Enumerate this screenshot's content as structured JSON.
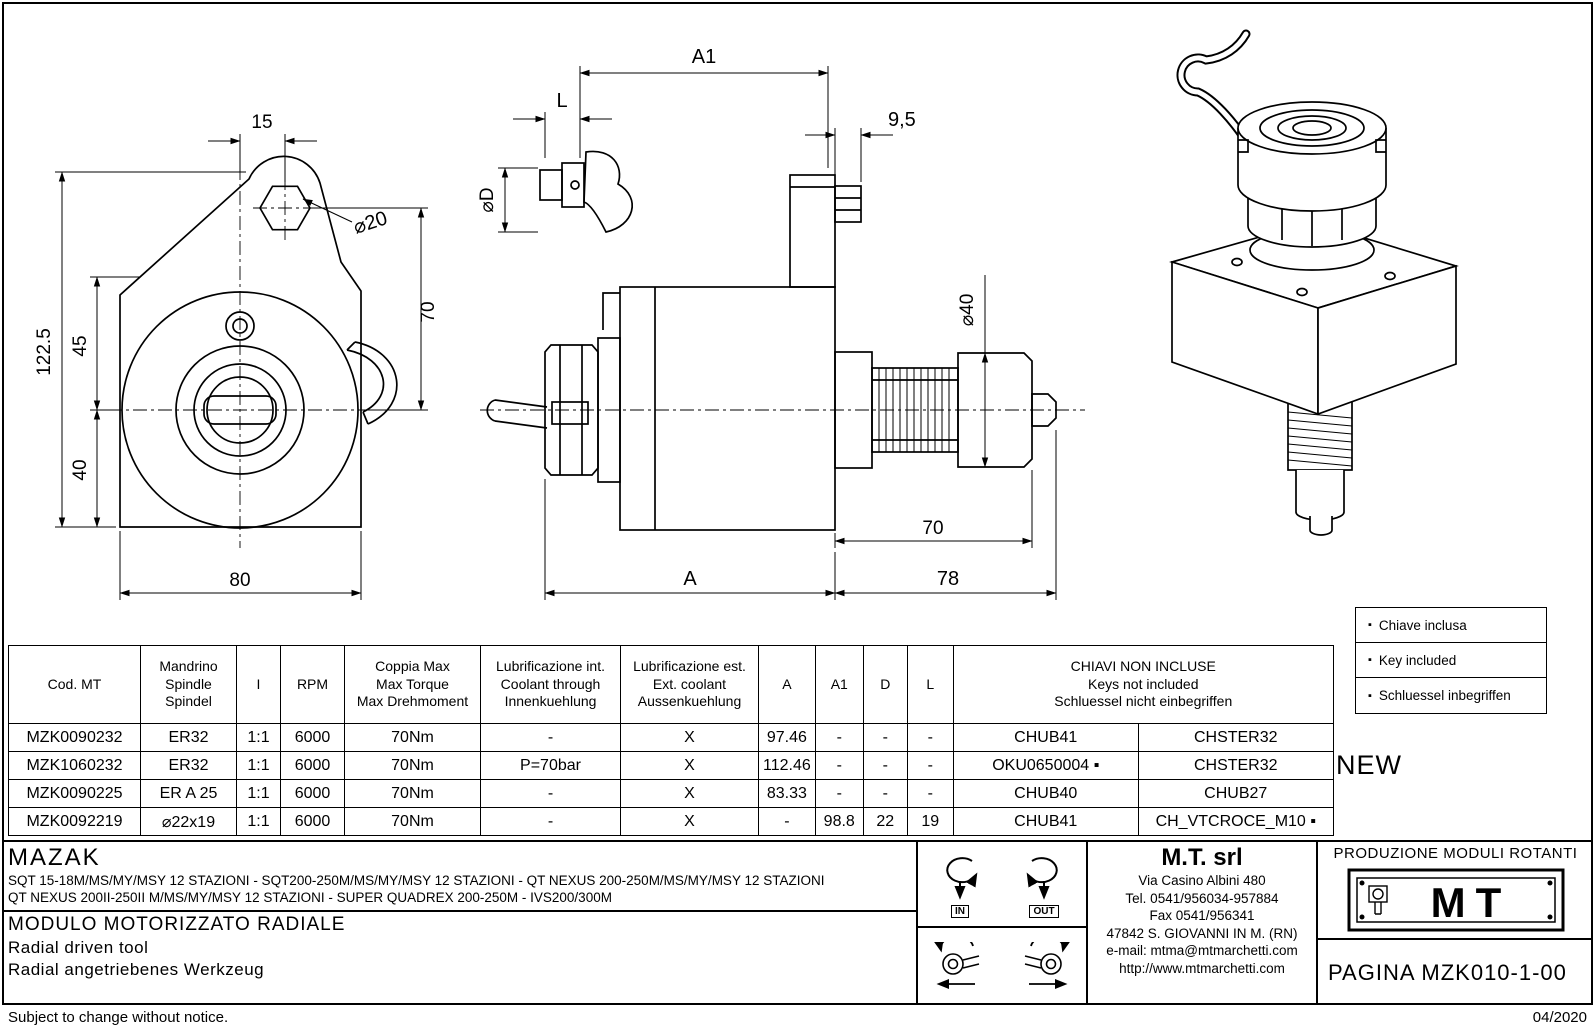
{
  "dims": {
    "front": {
      "w15": "15",
      "dia20": "⌀20",
      "h122_5": "122.5",
      "h45": "45",
      "h40": "40",
      "h70": "70",
      "w80": "80"
    },
    "side": {
      "a1": "A1",
      "l": "L",
      "diaD": "⌀D",
      "w9_5": "9,5",
      "dia40": "⌀40",
      "w70": "70",
      "a": "A",
      "w78": "78"
    }
  },
  "legend": {
    "marker": "▪",
    "items": [
      {
        "label": "Chiave inclusa"
      },
      {
        "label": "Key included"
      },
      {
        "label": "Schluessel inbegriffen"
      }
    ]
  },
  "new_label": "NEW",
  "table": {
    "headers": {
      "cod": "Cod. MT",
      "spindle": "Mandrino\nSpindle\nSpindel",
      "ratio": "I",
      "rpm": "RPM",
      "torque": "Coppia Max\nMax Torque\nMax Drehmoment",
      "coolant_int": "Lubrificazione int.\nCoolant through\nInnenkuehlung",
      "coolant_ext": "Lubrificazione est.\nExt. coolant\nAussenkuehlung",
      "a": "A",
      "a1": "A1",
      "d": "D",
      "l": "L",
      "keys": "CHIAVI NON INCLUSE\nKeys not included\nSchluessel nicht einbegriffen"
    },
    "rows": [
      {
        "cod": "MZK0090232",
        "spindle": "ER32",
        "ratio": "1:1",
        "rpm": "6000",
        "torque": "70Nm",
        "ci": "-",
        "ce": "X",
        "a": "97.46",
        "a1": "-",
        "d": "-",
        "l": "-",
        "key1": "CHUB41",
        "key2": "CHSTER32"
      },
      {
        "cod": "MZK1060232",
        "spindle": "ER32",
        "ratio": "1:1",
        "rpm": "6000",
        "torque": "70Nm",
        "ci": "P=70bar",
        "ce": "X",
        "a": "112.46",
        "a1": "-",
        "d": "-",
        "l": "-",
        "key1": "OKU0650004 ▪",
        "key2": "CHSTER32"
      },
      {
        "cod": "MZK0090225",
        "spindle": "ER A 25",
        "ratio": "1:1",
        "rpm": "6000",
        "torque": "70Nm",
        "ci": "-",
        "ce": "X",
        "a": "83.33",
        "a1": "-",
        "d": "-",
        "l": "-",
        "key1": "CHUB40",
        "key2": "CHUB27"
      },
      {
        "cod": "MZK0092219",
        "spindle": "⌀22x19",
        "ratio": "1:1",
        "rpm": "6000",
        "torque": "70Nm",
        "ci": "-",
        "ce": "X",
        "a": "-",
        "a1": "98.8",
        "d": "22",
        "l": "19",
        "key1": "CHUB41",
        "key2": "CH_VTCROCE_M10 ▪"
      }
    ]
  },
  "footer": {
    "brand": "MAZAK",
    "machines_line1": "SQT 15-18M/MS/MY/MSY 12 STAZIONI - SQT200-250M/MS/MY/MSY 12 STAZIONI - QT NEXUS 200-250M/MS/MY/MSY 12 STAZIONI",
    "machines_line2": "QT NEXUS 200II-250II M/MS/MY/MSY 12 STAZIONI - SUPER QUADREX 200-250M - IVS200/300M",
    "module_title_it": "MODULO MOTORIZZATO RADIALE",
    "module_title_en": "Radial driven tool",
    "module_title_de": "Radial angetriebenes Werkzeug",
    "rotation": {
      "in_label": "IN",
      "out_label": "OUT"
    },
    "company": {
      "name": "M.T. srl",
      "address": "Via Casino Albini 480",
      "tel": "Tel. 0541/956034-957884",
      "fax": "Fax 0541/956341",
      "city": "47842 S. GIOVANNI IN M. (RN)",
      "email": "e-mail: mtma@mtmarchetti.com",
      "web": "http://www.mtmarchetti.com"
    },
    "production": "PRODUZIONE MODULI ROTANTI",
    "logo_text": "MT",
    "page_label": "PAGINA MZK010-1-00",
    "notice": "Subject to change without notice.",
    "date": "04/2020"
  }
}
